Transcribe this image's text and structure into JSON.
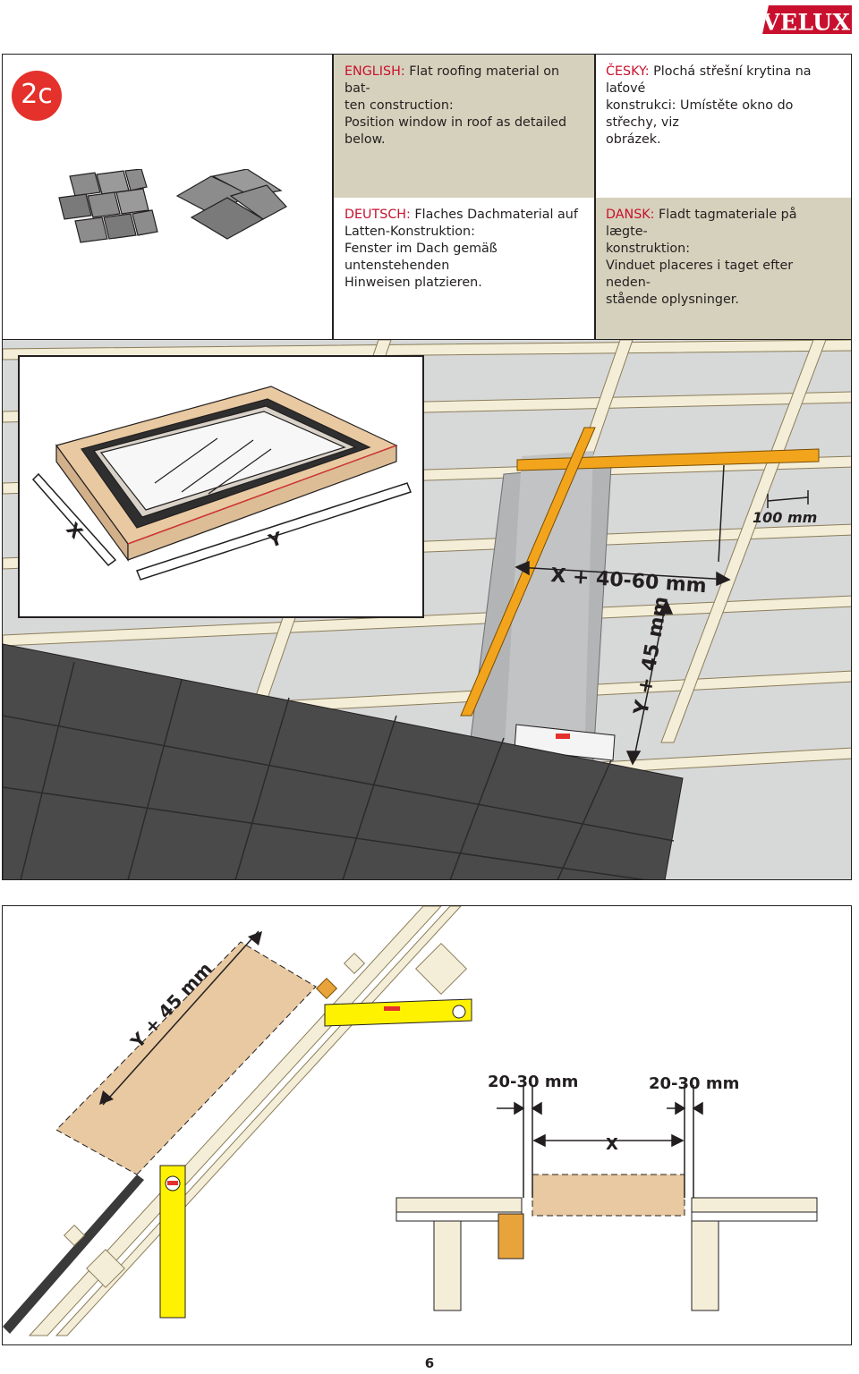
{
  "brand": {
    "name": "VELUX",
    "mark": "®"
  },
  "step": {
    "label": "2c"
  },
  "english": {
    "lang": "ENGLISH:",
    "line1": "Flat roofing material on bat-",
    "line2": "ten construction:",
    "line3": "Position window in roof as detailed",
    "line4": "below."
  },
  "czech": {
    "lang": "ČESKY:",
    "line1": "Plochá střešní krytina na laťové",
    "line2": "konstrukci: Umístěte okno do střechy, viz",
    "line3": "obrázek."
  },
  "german": {
    "lang": "DEUTSCH:",
    "line1": "Flaches Dachmaterial auf",
    "line2": "Latten-Konstruktion:",
    "line3": "Fenster im Dach gemäß untenstehenden",
    "line4": "Hinweisen platzieren."
  },
  "danish": {
    "lang": "DANSK:",
    "line1": "Fladt tagmateriale på lægte-",
    "line2": "konstruktion:",
    "line3": "Vinduet placeres i taget efter neden-",
    "line4": "stående oplysninger."
  },
  "dimensions": {
    "x": "X",
    "y": "Y",
    "gap_100": "100 mm",
    "width_opening": "X + 40-60 mm",
    "height_opening": "Y + 45 mm",
    "section_height": "Y + 45 mm",
    "gap_left": "20-30 mm",
    "gap_right": "20-30 mm",
    "section_x": "X"
  },
  "page": {
    "number": "6"
  },
  "colors": {
    "brand_red": "#c8102e",
    "beige": "#d6d1bc",
    "batten": "#f4eed8",
    "trimmer": "#f2a51c",
    "slate": "#4a4a4a",
    "level": "#fff200"
  }
}
